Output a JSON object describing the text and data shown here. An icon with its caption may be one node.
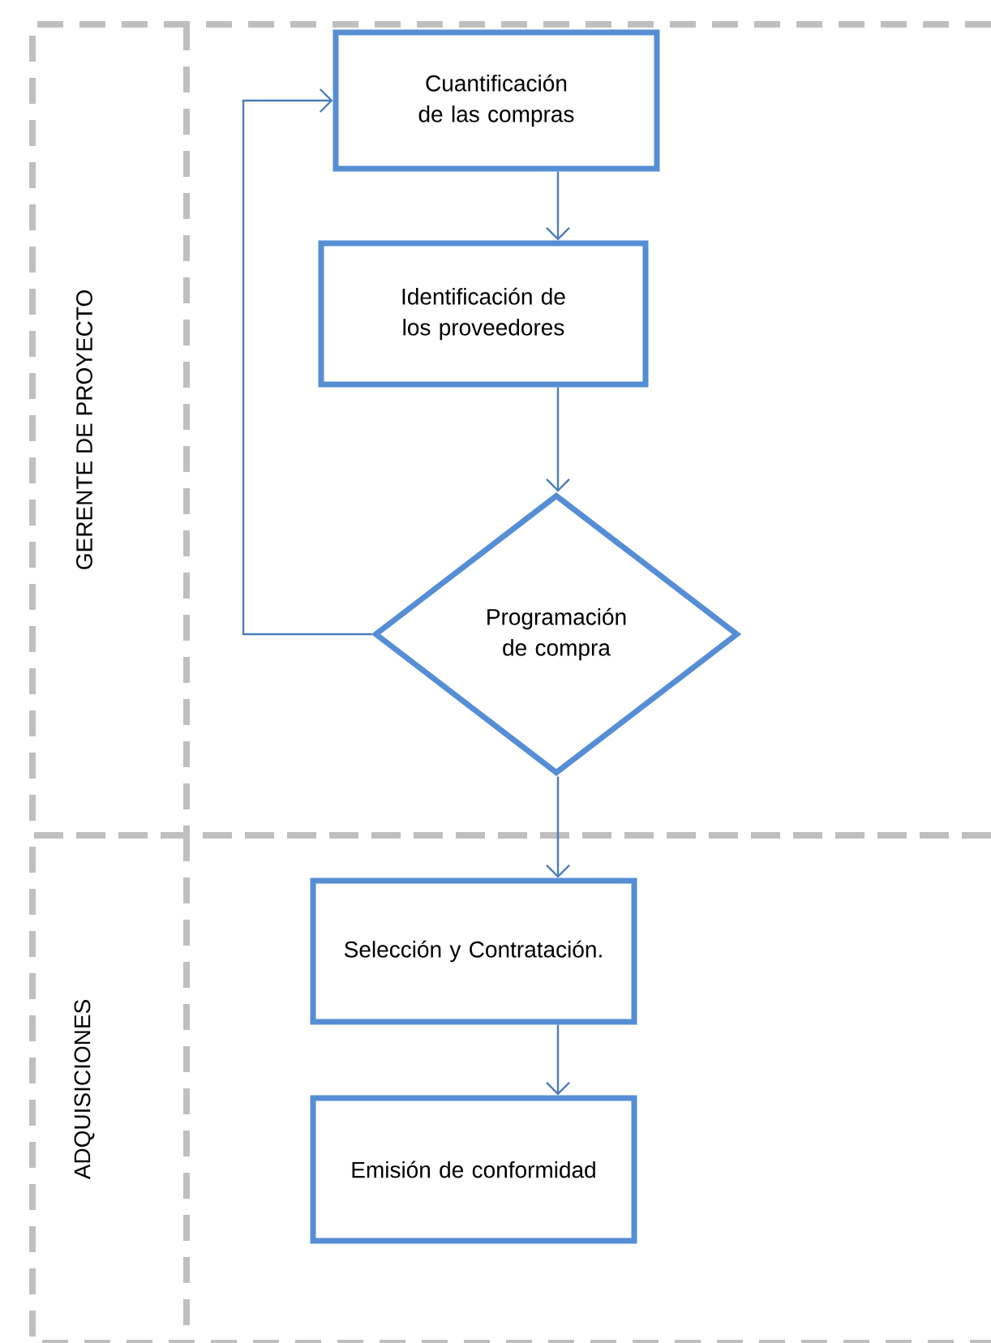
{
  "diagram": {
    "nodes": [
      {
        "text": [
          "GERENTE DE PROYECTO"
        ]
      },
      {
        "text": [
          "Cuantificación de las compras"
        ],
        "in": 0
      },
      {
        "text": [
          "Identificación de los proveedores"
        ],
        "in": 0
      },
      {
        "text": [
          "Programación de compra"
        ],
        "in": 0
      },
      {
        "text": [
          "ADQUISICIONES"
        ]
      },
      {
        "text": [
          "Selección y Contratación."
        ],
        "in": 4
      },
      {
        "text": [
          "Emisión de conformidad"
        ],
        "in": 4
      }
    ],
    "edges": [
      {
        "from": 1,
        "to": 2,
        "arrow": "to"
      },
      {
        "from": 2,
        "to": 3,
        "arrow": "to"
      },
      {
        "from": 3,
        "to": 1,
        "arrow": "to"
      },
      {
        "from": 3,
        "to": 5,
        "arrow": "to"
      },
      {
        "from": 5,
        "to": 6,
        "arrow": "to"
      }
    ]
  }
}
